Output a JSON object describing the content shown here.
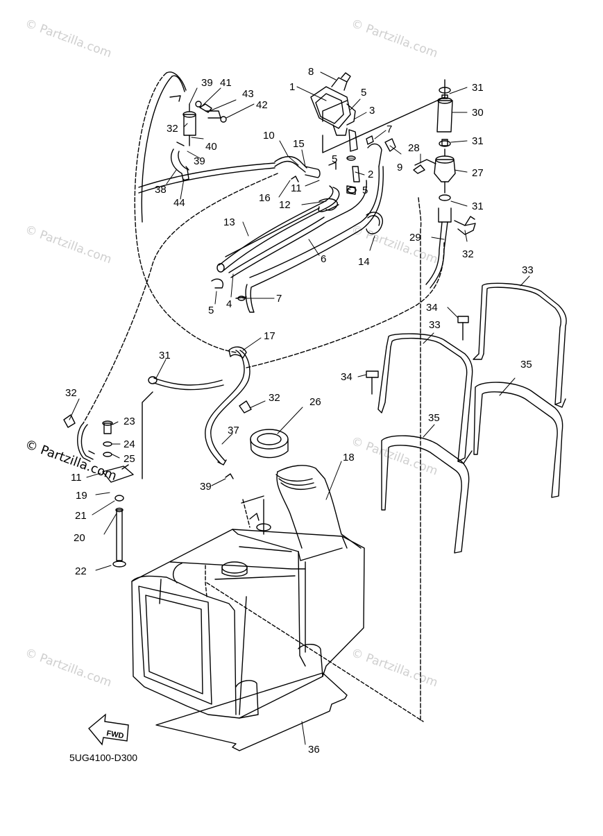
{
  "diagram": {
    "drawing_code": "5UG4100-D300",
    "fwd_label": "FWD",
    "watermark_text": "© Partzilla.com",
    "watermark_strong_text": "© Partzilla.com",
    "callouts": [
      "1",
      "2",
      "3",
      "4",
      "5",
      "5",
      "5",
      "5",
      "6",
      "7",
      "7",
      "8",
      "9",
      "10",
      "11",
      "11",
      "12",
      "13",
      "14",
      "15",
      "16",
      "17",
      "18",
      "19",
      "20",
      "21",
      "22",
      "23",
      "24",
      "25",
      "26",
      "27",
      "28",
      "29",
      "30",
      "31",
      "31",
      "31",
      "31",
      "32",
      "32",
      "32",
      "32",
      "33",
      "33",
      "34",
      "34",
      "35",
      "35",
      "36",
      "37",
      "38",
      "39",
      "39",
      "39",
      "40",
      "41",
      "42",
      "43",
      "44"
    ]
  },
  "colors": {
    "line": "#000000",
    "watermark": "#cfcfcf",
    "background": "#ffffff"
  }
}
